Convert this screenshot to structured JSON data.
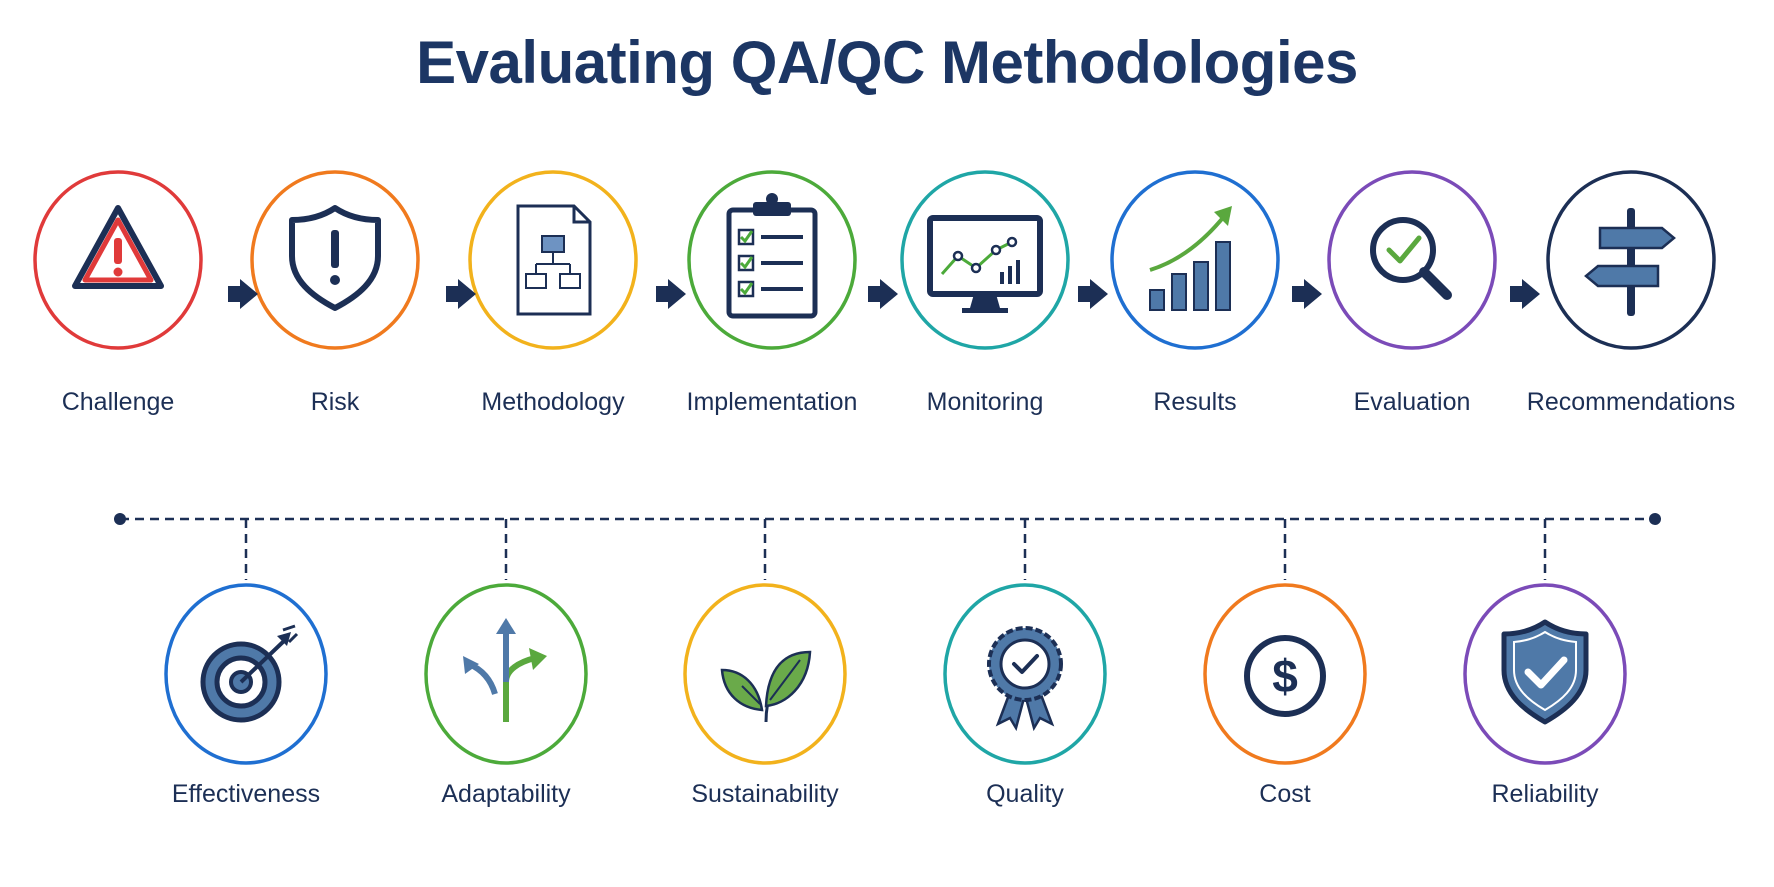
{
  "title": "Evaluating QA/QC Methodologies",
  "process_steps": [
    {
      "label": "Challenge",
      "icon": "warning-triangle-icon",
      "ring_color": "#e03a3a"
    },
    {
      "label": "Risk",
      "icon": "shield-exclamation-icon",
      "ring_color": "#f07a1e"
    },
    {
      "label": "Methodology",
      "icon": "flowchart-document-icon",
      "ring_color": "#f2b21c"
    },
    {
      "label": "Implementation",
      "icon": "clipboard-checklist-icon",
      "ring_color": "#4caa3a"
    },
    {
      "label": "Monitoring",
      "icon": "monitor-chart-icon",
      "ring_color": "#1fa6a6"
    },
    {
      "label": "Results",
      "icon": "bar-chart-growth-icon",
      "ring_color": "#1f6fd1"
    },
    {
      "label": "Evaluation",
      "icon": "magnifier-check-icon",
      "ring_color": "#7b4bb8"
    },
    {
      "label": "Recommendations",
      "icon": "signpost-icon",
      "ring_color": "#1c2f55"
    }
  ],
  "criteria": [
    {
      "label": "Effectiveness",
      "icon": "target-arrow-icon",
      "ring_color": "#1f6fd1"
    },
    {
      "label": "Adaptability",
      "icon": "branching-arrows-icon",
      "ring_color": "#4caa3a"
    },
    {
      "label": "Sustainability",
      "icon": "leaves-icon",
      "ring_color": "#f2b21c"
    },
    {
      "label": "Quality",
      "icon": "award-badge-icon",
      "ring_color": "#1fa6a6"
    },
    {
      "label": "Cost",
      "icon": "dollar-coin-icon",
      "ring_color": "#f07a1e"
    },
    {
      "label": "Reliability",
      "icon": "shield-check-icon",
      "ring_color": "#7b4bb8"
    }
  ],
  "colors": {
    "navy": "#1c2f55",
    "steel_blue": "#4f79a8",
    "green": "#5aa83e"
  }
}
